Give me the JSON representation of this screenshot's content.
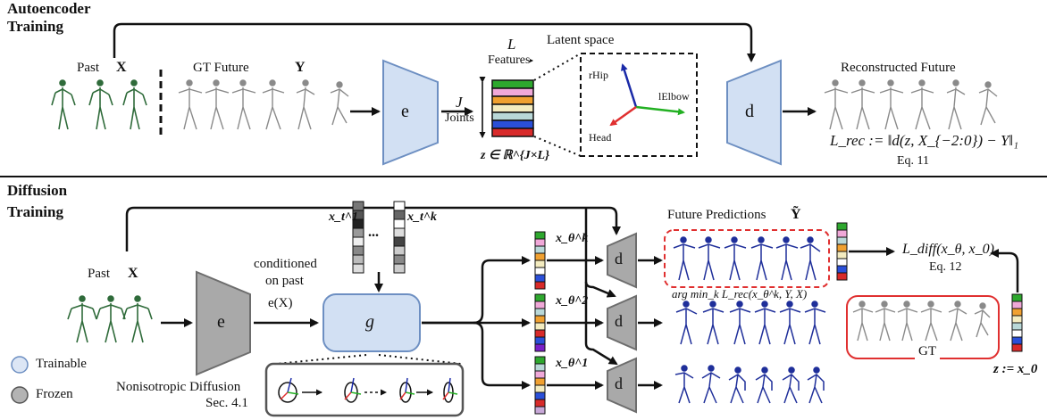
{
  "sections": {
    "autoencoder_line1": "Autoencoder",
    "autoencoder_line2": "Training",
    "diffusion_line1": "Diffusion",
    "diffusion_line2": "Training"
  },
  "autoencoder": {
    "past": "Past",
    "past_var": "X",
    "gt_future": "GT Future",
    "gt_var": "Y",
    "encoder": "e",
    "decoder": "d",
    "L": "L",
    "features": "Features",
    "J": "J",
    "joints": "Joints",
    "latent_space": "Latent space",
    "z_def": "z ∈ ℝ^{J×L}",
    "axis_rhip": "rHip",
    "axis_lelbow": "lElbow",
    "axis_head": "Head",
    "reconstructed": "Reconstructed Future",
    "loss": "L_rec := ‖d(z, X_{−2:0}) − Y‖₁",
    "loss_eq": "Eq. 11"
  },
  "diffusion": {
    "past": "Past",
    "past_var": "X",
    "encoder": "e",
    "conditioned_1": "conditioned",
    "conditioned_2": "on past",
    "cond_expr": "e(X)",
    "noise_1": "x_t^1",
    "noise_dots": "...",
    "noise_k": "x_t^k",
    "g": "g",
    "x_theta_k": "x_θ^k",
    "x_theta_2": "x_θ^2",
    "x_theta_1": "x_θ^1",
    "decoder": "d",
    "future_predictions": "Future Predictions",
    "y_tilde": "Ỹ",
    "argmin": "arg min_k L_rec(x_θ^k, Y, X)",
    "loss": "L_diff(x_θ, x_0)",
    "loss_eq": "Eq. 12",
    "gt": "GT",
    "z_eq": "z := x_0",
    "nonisotropic_1": "Nonisotropic Diffusion",
    "nonisotropic_2": "Sec. 4.1"
  },
  "legend": {
    "trainable": "Trainable",
    "frozen": "Frozen",
    "trainable_color": "#dce6f5",
    "frozen_color": "#b3b3b3"
  },
  "colors": {
    "green_pose": "#2f6b3a",
    "blue_pose": "#1f2f9a",
    "gray_pose": "#8a8a8a",
    "red_dashed": "#e03030",
    "trainable_fill": "#d2e0f3",
    "trainable_stroke": "#6d8fc2",
    "frozen_fill": "#a9a9a9"
  }
}
